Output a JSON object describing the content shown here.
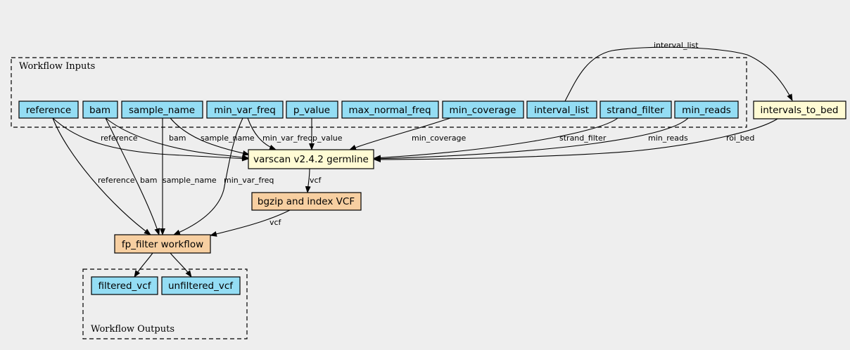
{
  "clusters": {
    "inputs": {
      "label": "Workflow Inputs"
    },
    "outputs": {
      "label": "Workflow Outputs"
    }
  },
  "colors": {
    "input_node": "#94ddf4",
    "tool_node": "#fffbd4",
    "subworkflow_node": "#f7cfa1",
    "background": "#eeeeee"
  },
  "nodes": {
    "reference": "reference",
    "bam": "bam",
    "sample_name": "sample_name",
    "min_var_freq": "min_var_freq",
    "p_value": "p_value",
    "max_normal_freq": "max_normal_freq",
    "min_coverage": "min_coverage",
    "interval_list": "interval_list",
    "strand_filter": "strand_filter",
    "min_reads": "min_reads",
    "intervals_to_bed": "intervals_to_bed",
    "varscan": "varscan v2.4.2 germline",
    "bgzip": "bgzip and index VCF",
    "fp_filter": "fp_filter workflow",
    "filtered_vcf": "filtered_vcf",
    "unfiltered_vcf": "unfiltered_vcf"
  },
  "edges": {
    "interval_list_to_bed": "interval_list",
    "reference_to_varscan": "reference",
    "bam_to_varscan": "bam",
    "sample_name_to_varscan": "sample_name",
    "min_var_freq_to_varscan": "min_var_freq",
    "p_value_to_varscan": "p_value",
    "min_coverage_to_varscan": "min_coverage",
    "strand_filter_to_varscan": "strand_filter",
    "min_reads_to_varscan": "min_reads",
    "roi_bed_to_varscan": "roi_bed",
    "varscan_to_bgzip": "vcf",
    "reference_to_fp": "reference",
    "bam_to_fp": "bam",
    "sample_name_to_fp": "sample_name",
    "min_var_freq_to_fp": "min_var_freq",
    "bgzip_to_fp": "vcf"
  }
}
